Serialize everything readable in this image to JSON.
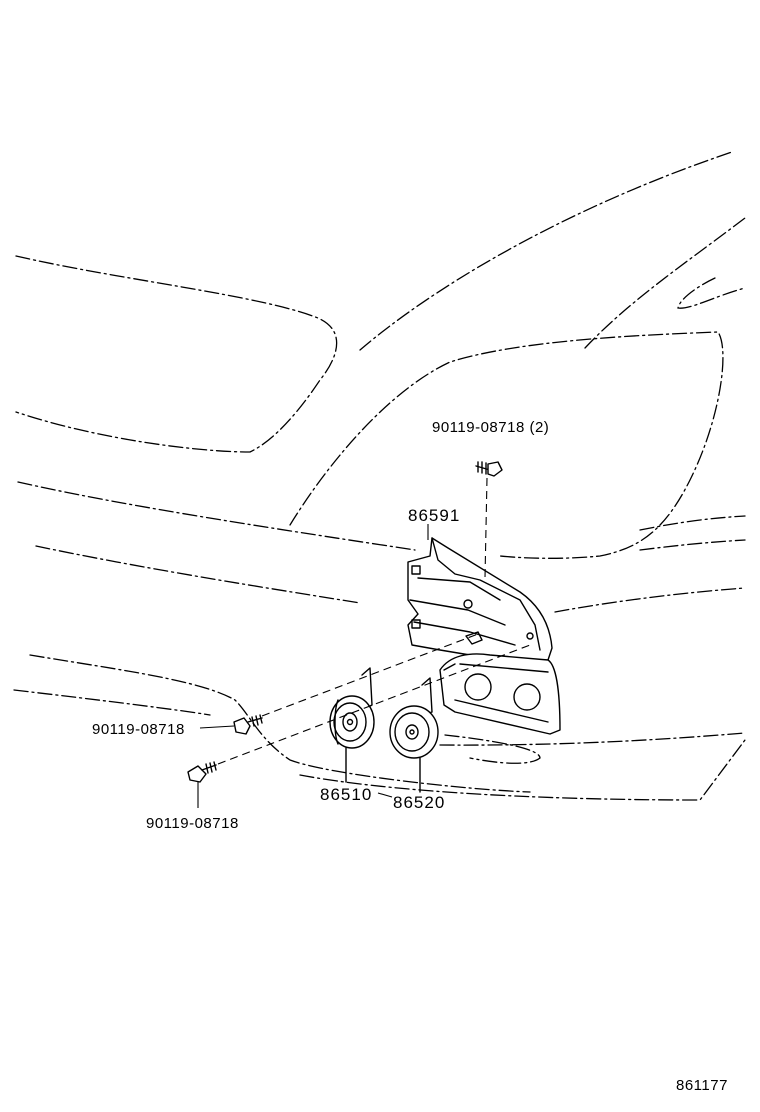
{
  "parts": {
    "bolt_top": "90119-08718 (2)",
    "bracket": "86591",
    "bolt_left": "90119-08718",
    "bolt_bottom": "90119-08718",
    "horn_low": "86510",
    "horn_high": "86520"
  },
  "diagram_code": "861177"
}
